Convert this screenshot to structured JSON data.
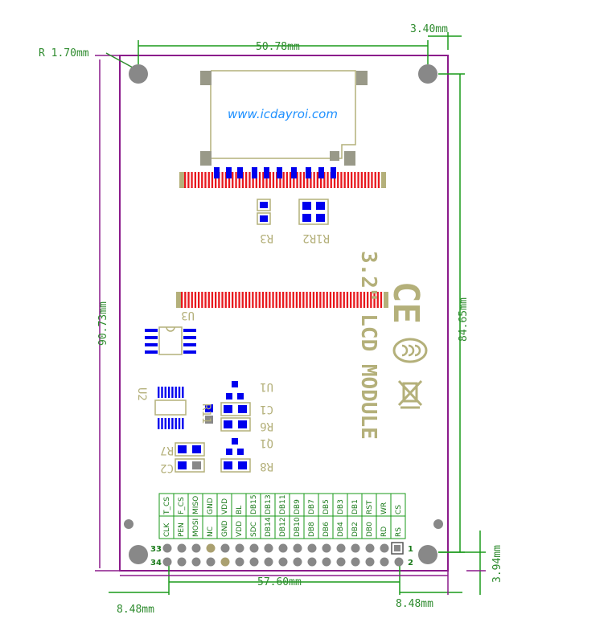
{
  "dimensions": {
    "top_width": "50.78mm",
    "top_right_offset": "3.40mm",
    "hole_radius": "R 1.70mm",
    "left_height": "90.73mm",
    "right_height": "84.65mm",
    "bottom_width": "57.60mm",
    "bottom_left_offset": "8.48mm",
    "bottom_right_offset": "8.48mm",
    "bottom_edge_offset": "3.94mm"
  },
  "board": {
    "website": "www.icdayroi.com",
    "title_text": "3.2\" LCD MODULE",
    "ce_mark": "CE"
  },
  "silkscreen": {
    "r3": "R3",
    "r1r2": "R1R2",
    "u3": "U3",
    "u2": "U2",
    "u1": "U1",
    "c1": "C1",
    "r6": "R6",
    "q1": "Q1",
    "r7": "R7",
    "c2": "C2",
    "r8": "R8",
    "r11": "R11"
  },
  "header": {
    "pin_33": "33",
    "pin_34": "34",
    "pin_1": "1",
    "pin_2": "2",
    "top_labels": [
      "T_CS",
      "F_CS",
      "MISO",
      "GND",
      "VDD",
      "BL",
      "DB15",
      "DB13",
      "DB11",
      "DB9",
      "DB7",
      "DB5",
      "DB3",
      "DB1",
      "RST",
      "WR",
      "CS"
    ],
    "bottom_labels": [
      "CLK",
      "PEN",
      "MOSI",
      "NC",
      "GND",
      "VDD",
      "SDC",
      "DB14",
      "DB12",
      "DB10",
      "DB8",
      "DB6",
      "DB4",
      "DB2",
      "DB0",
      "RD",
      "RS"
    ]
  }
}
